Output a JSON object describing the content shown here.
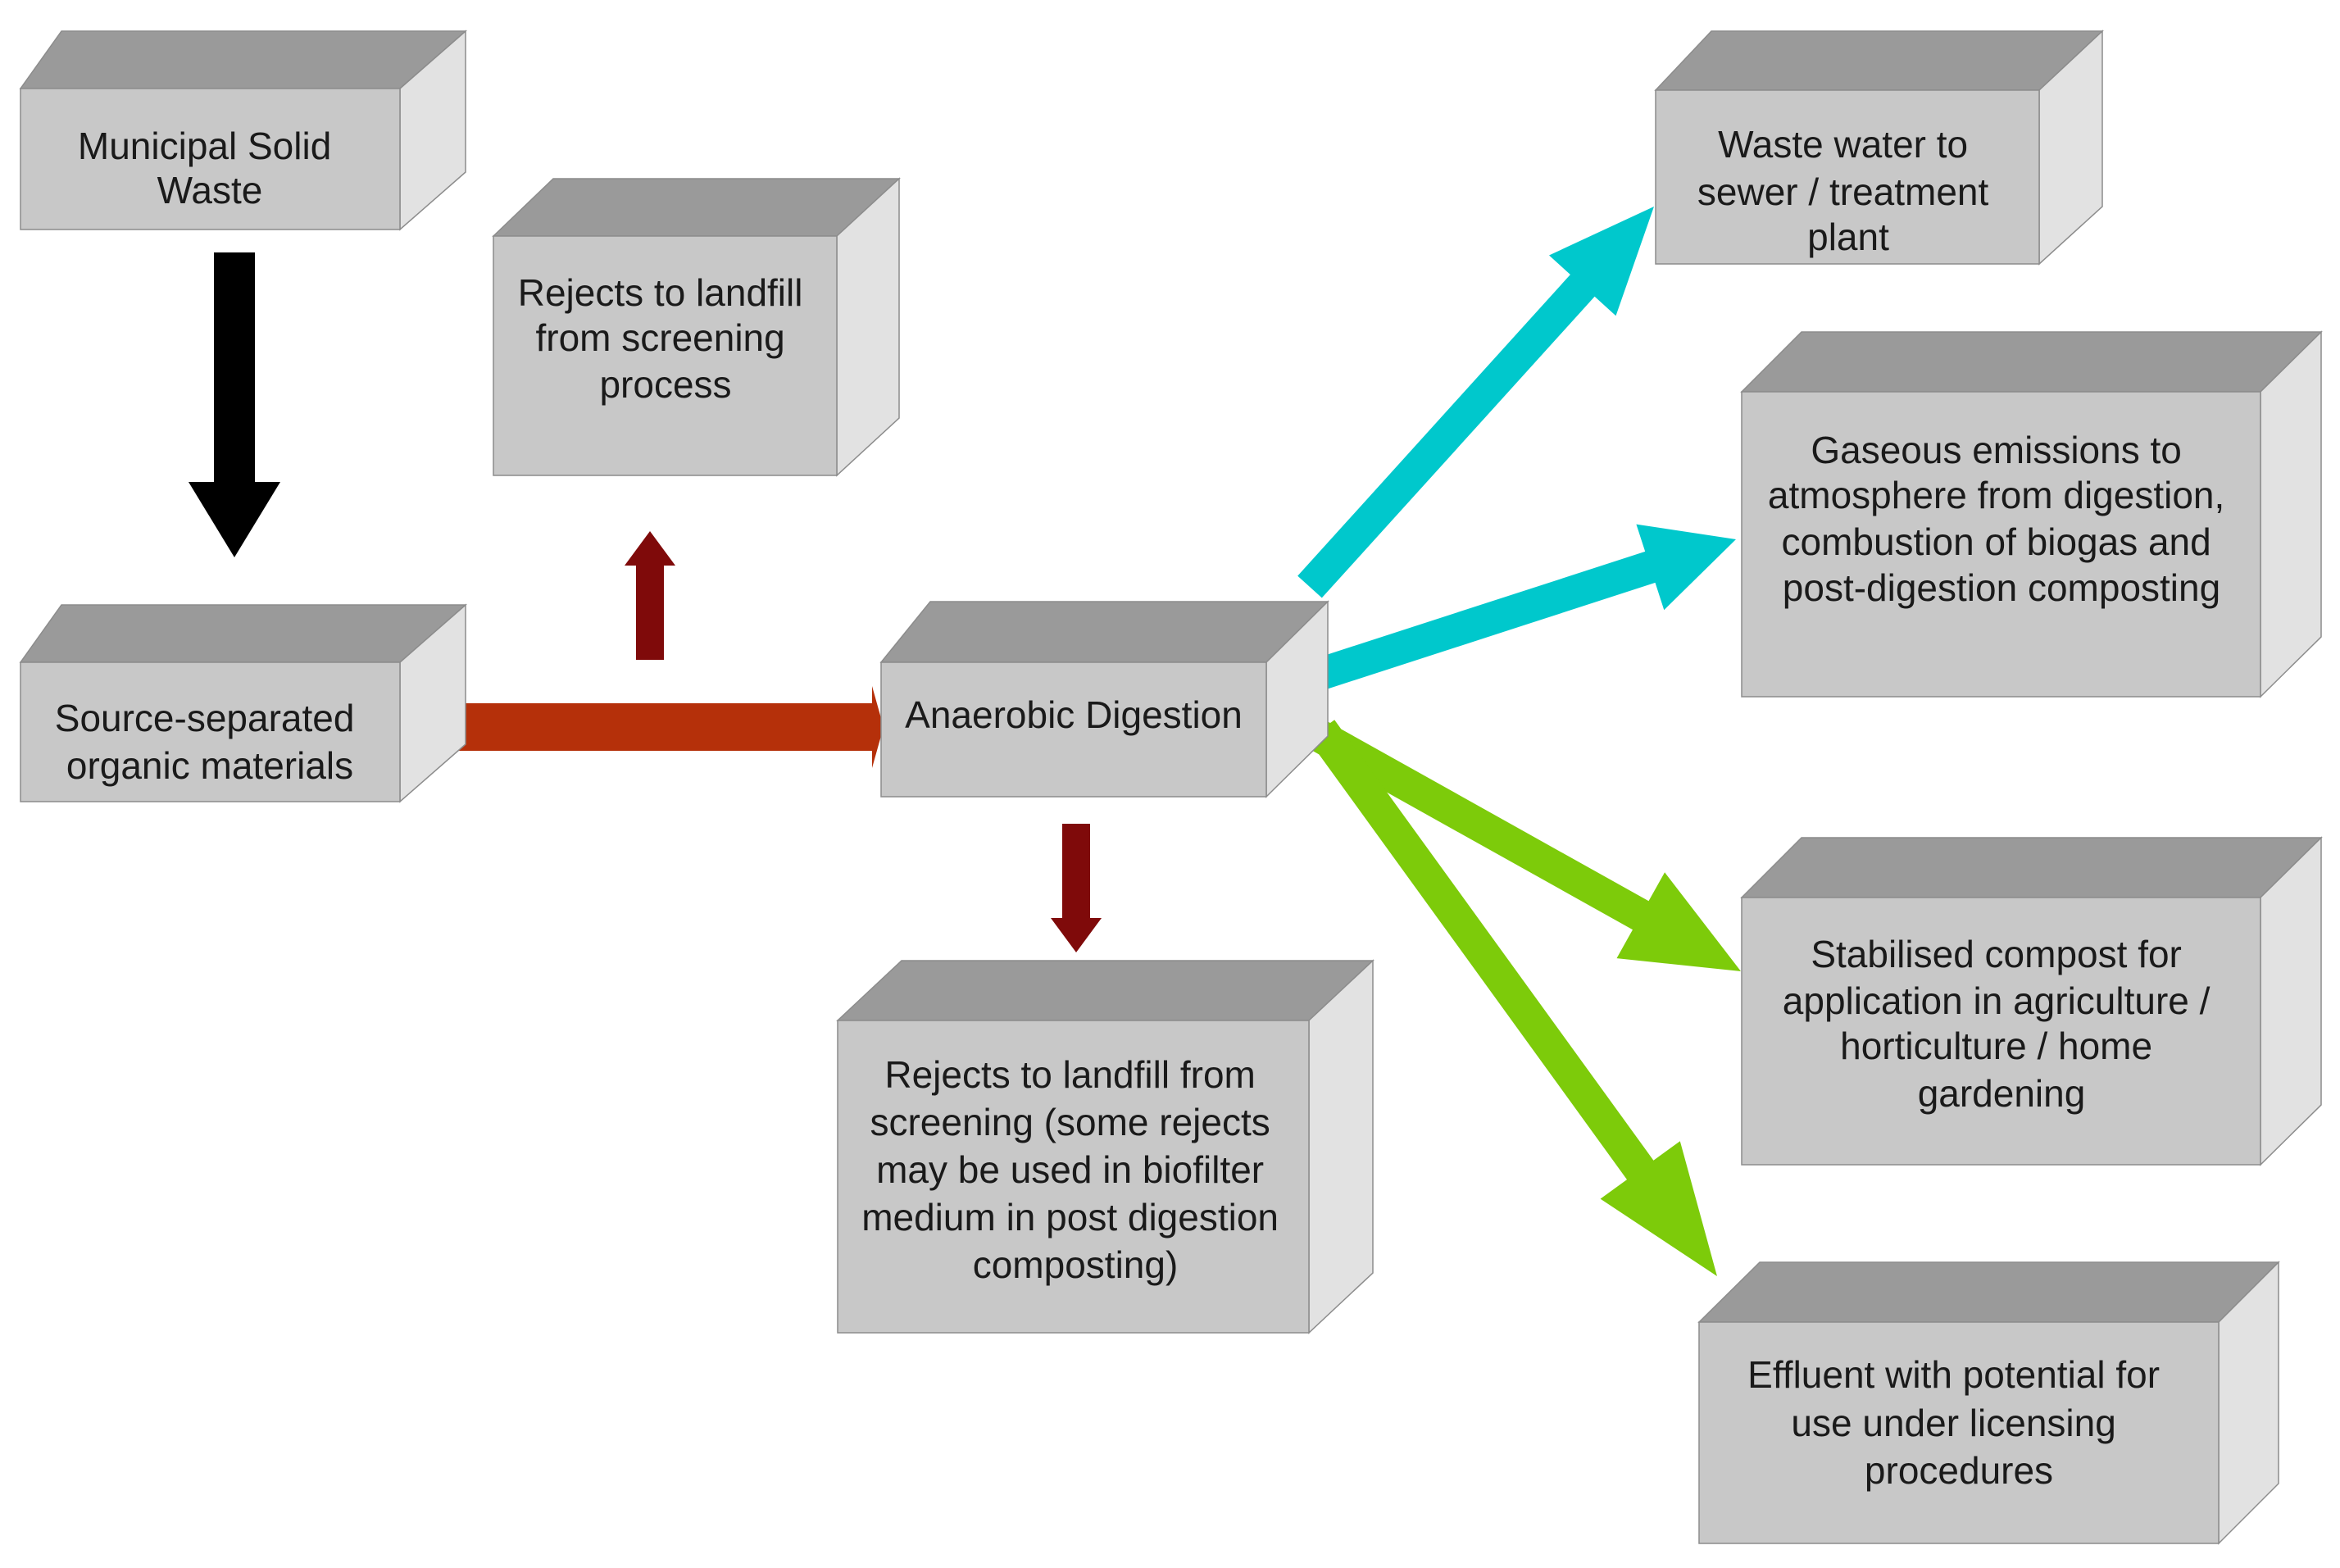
{
  "boxes": {
    "msw": {
      "lines": [
        "Municipal Solid",
        "Waste"
      ]
    },
    "rejects_screening": {
      "lines": [
        "Rejects to landfill",
        "from screening",
        "process"
      ]
    },
    "source_separated": {
      "lines": [
        "Source-separated",
        "organic materials"
      ]
    },
    "anaerobic_digestion": {
      "lines": [
        "Anaerobic Digestion"
      ]
    },
    "rejects_post": {
      "lines": [
        "Rejects to landfill from",
        "screening (some rejects",
        "may be used in biofilter",
        "medium in post digestion",
        "composting)"
      ]
    },
    "waste_water": {
      "lines": [
        "Waste water to",
        "sewer / treatment",
        "plant"
      ]
    },
    "gaseous": {
      "lines": [
        "Gaseous emissions to",
        "atmosphere from digestion,",
        "combustion of biogas and",
        "post-digestion composting"
      ]
    },
    "compost": {
      "lines": [
        "Stabilised compost for",
        "application in agriculture /",
        "horticulture / home",
        "gardening"
      ]
    },
    "effluent": {
      "lines": [
        "Effluent with potential for",
        "use under licensing",
        "procedures"
      ]
    }
  },
  "colors": {
    "box_front": "#c8c8c8",
    "box_top": "#9a9a9a",
    "box_side": "#e2e2e2",
    "box_edge": "#8c8c8c",
    "arrow_black": "#000000",
    "arrow_orange": "#b5300a",
    "arrow_darkred": "#7f0a0a",
    "arrow_cyan": "#00c8cc",
    "arrow_green": "#7dcb0a"
  }
}
